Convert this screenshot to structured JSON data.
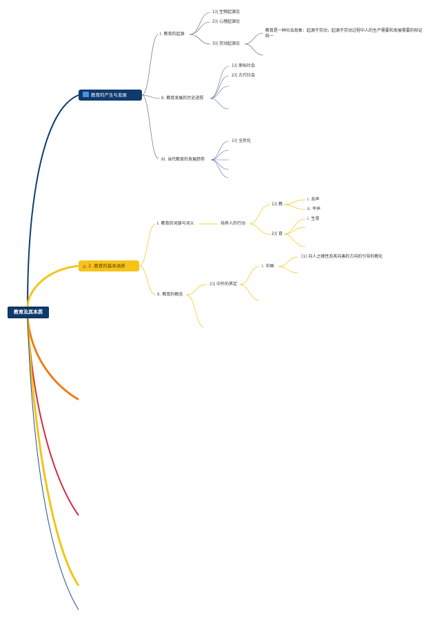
{
  "root": {
    "label": "教育及其本质"
  },
  "branches": [
    {
      "label": "教育的产生与发展",
      "icon": "flag-icon",
      "color": "#0f3a6e",
      "children": [
        {
          "label": "I. 教育的起源",
          "children": [
            "1)| 生物起源论",
            "2)| 心理起源论",
            "3)| 劳动起源论"
          ],
          "note": "教育是一种社会现象：起源于劳动，起源于劳动过程中人的生产需要和发展需要的辩证统一"
        },
        {
          "label": "II. 教育发展的历史进程",
          "children": [
            "1)| 原始社会",
            "2)| 古代社会"
          ]
        },
        {
          "label": "III. 当代教育的发展趋势",
          "children": [
            "1)| 全民化"
          ]
        }
      ]
    },
    {
      "label": "2. 教育的基本涵养",
      "icon": "home-icon",
      "color": "#f6c31a",
      "children": [
        {
          "label": "I. 教育的词源与词义",
          "sub": "培养人的行动",
          "jiao": {
            "label": "1)| 教",
            "children": [
              "i. 去声",
              "ii. 平声"
            ]
          },
          "yu": {
            "label": "2)| 育",
            "children": [
              "i. 生育"
            ]
          }
        },
        {
          "label": "II. 教育的概念",
          "sub": "1)| 中外的界定",
          "china": {
            "label": "i. 中国",
            "children": [
              "(1)   向人之德性及其向善的方向的引导的教化"
            ]
          }
        }
      ]
    }
  ],
  "colors": {
    "navy": "#0f3a6e",
    "yellow": "#f6c31a",
    "orange": "#ef7d1a",
    "red": "#d42a3a",
    "gold": "#f3c313",
    "darkblue": "#1f4e8c"
  }
}
